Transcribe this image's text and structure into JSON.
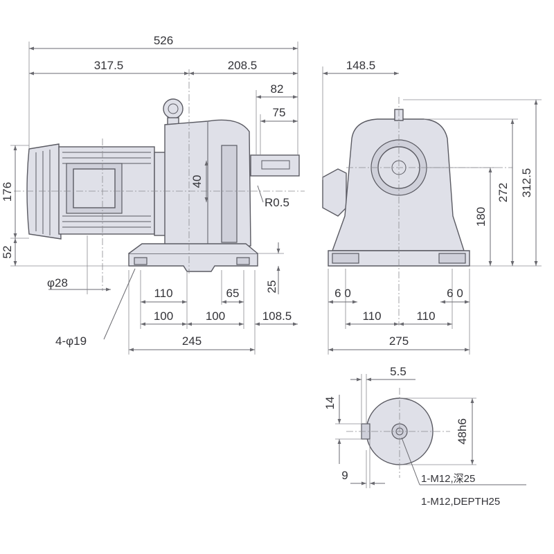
{
  "dimensions": {
    "overall_length": "526",
    "motor_side": "317.5",
    "gear_side": "208.5",
    "shaft_82": "82",
    "shaft_75": "75",
    "height_176": "176",
    "height_52": "52",
    "dim_40": "40",
    "radius": "R0.5",
    "shaft_dia": "φ28",
    "dim_25": "25",
    "base_110": "110",
    "base_65": "65",
    "base_100a": "100",
    "base_100b": "100",
    "base_1085": "108.5",
    "holes": "4-φ19",
    "base_245": "245",
    "side_1485": "148.5",
    "side_3125": "312.5",
    "side_272": "272",
    "side_180": "180",
    "side_60a": "6 0",
    "side_60b": "6 0",
    "side_110a": "110",
    "side_110b": "110",
    "side_275": "275",
    "key_55": "5.5",
    "key_14": "14",
    "key_48h6": "48h6",
    "key_9": "9",
    "tap_jp": "1-M12,深25",
    "tap_en": "1-M12,DEPTH25"
  },
  "colors": {
    "body_fill": "#dfe0e8",
    "line": "#5a5a62"
  }
}
